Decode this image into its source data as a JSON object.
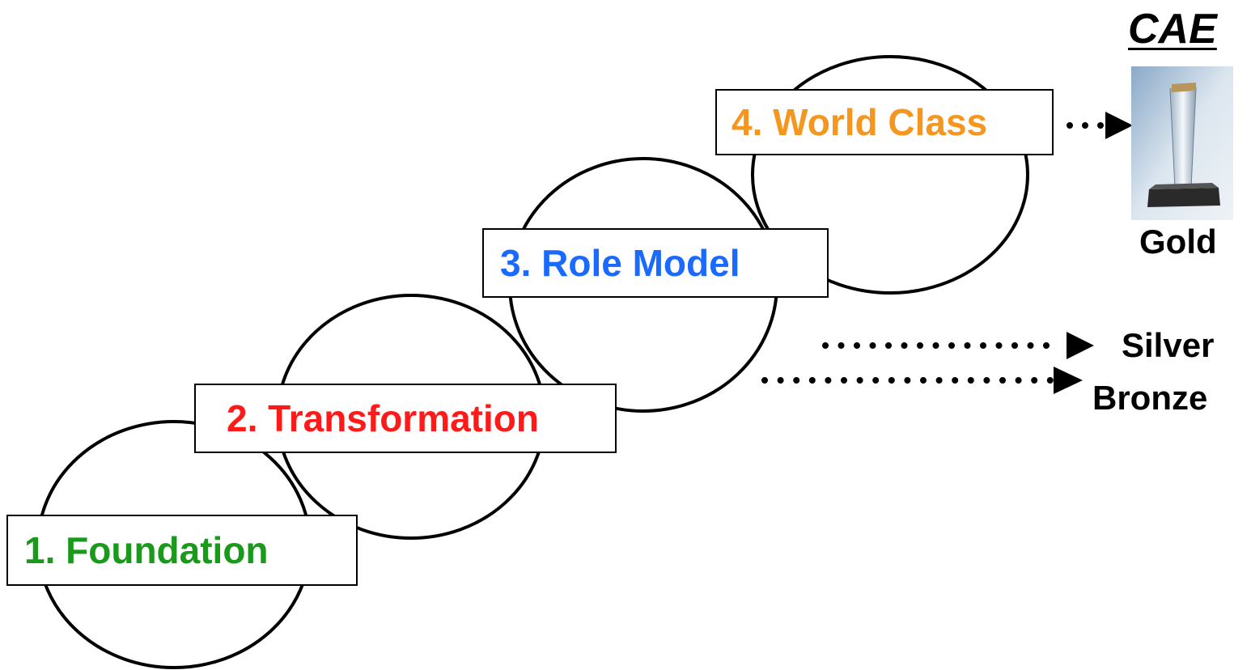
{
  "stages": [
    {
      "label": "1. Foundation",
      "color": "#1a9a1a"
    },
    {
      "label": "2. Transformation",
      "color": "#ff1a1a"
    },
    {
      "label": "3. Role Model",
      "color": "#1a6aff"
    },
    {
      "label": "4. World Class",
      "color": "#f5961e"
    }
  ],
  "award": {
    "title": "CAE",
    "gold": "Gold",
    "silver": "Silver",
    "bronze": "Bronze",
    "trophy_icon": "trophy-icon"
  }
}
